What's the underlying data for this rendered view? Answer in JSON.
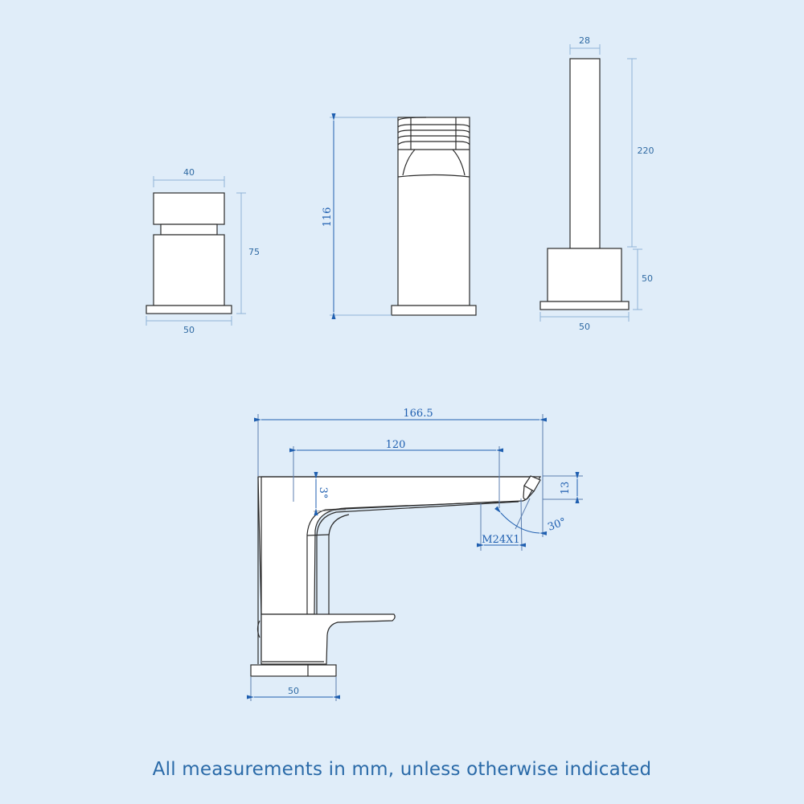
{
  "caption": "All measurements in mm, unless otherwise indicated",
  "colors": {
    "background": "#e0edf9",
    "outline": "#2b2b2b",
    "dimension_line_light": "#8fb3d6",
    "dimension_line_dark": "#1f5fb0",
    "dimension_text": "#2f6aa3"
  },
  "views": {
    "diverter": {
      "width_top": "40",
      "height": "75",
      "base_width": "50"
    },
    "spout_front": {
      "height": "116"
    },
    "handset_holder": {
      "handle_width": "28",
      "handle_height": "220",
      "base_height": "50",
      "base_width": "50"
    },
    "spout_side": {
      "overall_length": "166.5",
      "reach": "120",
      "angle_top": "3°",
      "outlet_height": "13",
      "outlet_thread": "M24X1",
      "outlet_angle": "30°",
      "base_width": "50"
    }
  }
}
